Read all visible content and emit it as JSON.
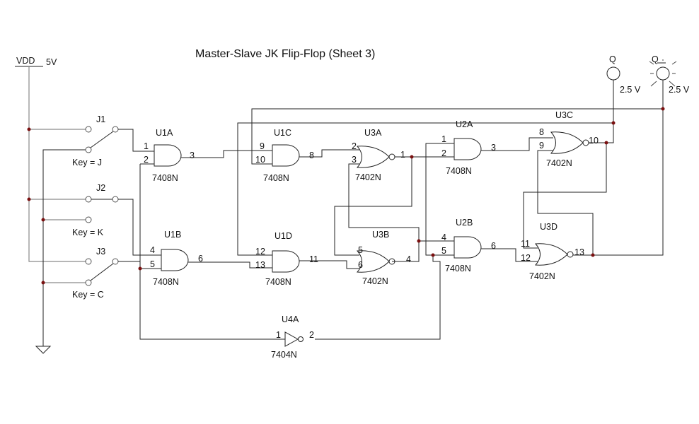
{
  "title": "Master-Slave JK Flip-Flop (Sheet 3)",
  "power": {
    "label": "VDD",
    "value": "5V"
  },
  "switches": [
    {
      "ref": "J1",
      "key_label": "Key = J"
    },
    {
      "ref": "J2",
      "key_label": "Key = K"
    },
    {
      "ref": "J3",
      "key_label": "Key = C"
    }
  ],
  "gates": {
    "U1A": {
      "ref": "U1A",
      "part": "7408N",
      "pins": [
        "1",
        "2",
        "3"
      ]
    },
    "U1B": {
      "ref": "U1B",
      "part": "7408N",
      "pins": [
        "4",
        "5",
        "6"
      ]
    },
    "U1C": {
      "ref": "U1C",
      "part": "7408N",
      "pins": [
        "9",
        "10",
        "8"
      ]
    },
    "U1D": {
      "ref": "U1D",
      "part": "7408N",
      "pins": [
        "12",
        "13",
        "11"
      ]
    },
    "U3A": {
      "ref": "U3A",
      "part": "7402N",
      "pins": [
        "2",
        "3",
        "1"
      ]
    },
    "U3B": {
      "ref": "U3B",
      "part": "7402N",
      "pins": [
        "5",
        "6",
        "4"
      ]
    },
    "U2A": {
      "ref": "U2A",
      "part": "7408N",
      "pins": [
        "1",
        "2",
        "3"
      ]
    },
    "U2B": {
      "ref": "U2B",
      "part": "7408N",
      "pins": [
        "4",
        "5",
        "6"
      ]
    },
    "U3C": {
      "ref": "U3C",
      "part": "7402N",
      "pins": [
        "8",
        "9",
        "10"
      ]
    },
    "U3D": {
      "ref": "U3D",
      "part": "7402N",
      "pins": [
        "11",
        "12",
        "13"
      ]
    },
    "U4A": {
      "ref": "U4A",
      "part": "7404N",
      "pins": [
        "1",
        "2"
      ]
    }
  },
  "probes": [
    {
      "label": "Q",
      "voltage": "2.5 V",
      "state": "off"
    },
    {
      "label": "Q",
      "voltage": "2.5 V",
      "state": "lit"
    }
  ],
  "colors": {
    "wire": "#222222",
    "power_wire": "#8a8a8a",
    "junction": "#7a1010"
  }
}
